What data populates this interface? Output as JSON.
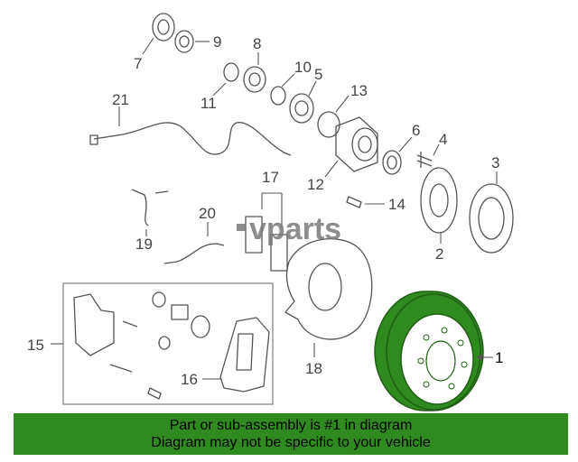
{
  "watermark": "vparts",
  "callouts": [
    "1",
    "2",
    "3",
    "4",
    "5",
    "6",
    "7",
    "8",
    "9",
    "10",
    "11",
    "12",
    "13",
    "14",
    "15",
    "16",
    "17",
    "18",
    "19",
    "20",
    "21"
  ],
  "highlight": {
    "part_number": "1",
    "color": "#2f8a1f"
  },
  "banner": {
    "line1": "Part or sub-assembly is #1 in diagram",
    "line2": "Diagram may not be specific to your vehicle",
    "color": "#2f8a1f"
  }
}
